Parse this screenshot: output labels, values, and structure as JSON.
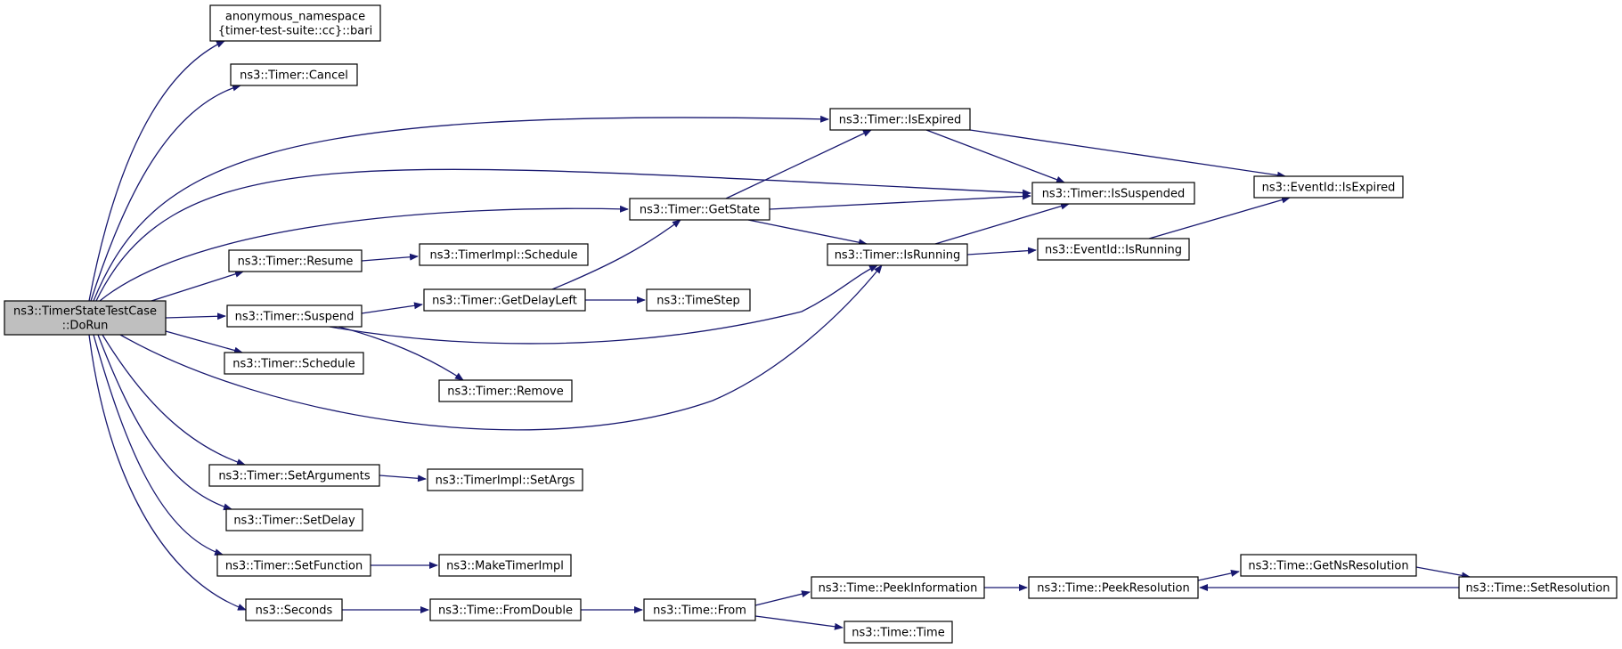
{
  "graph": {
    "colors": {
      "edge": "#191970",
      "root_fill": "#bfbfbf",
      "node_fill": "#ffffff",
      "border": "#000000"
    },
    "nodes": [
      {
        "id": "dorun",
        "lines": [
          "ns3::TimerStateTestCase",
          "::DoRun"
        ],
        "root": true
      },
      {
        "id": "bari",
        "lines": [
          "anonymous_namespace",
          "{timer-test-suite::cc}::bari"
        ]
      },
      {
        "id": "cancel",
        "lines": [
          "ns3::Timer::Cancel"
        ]
      },
      {
        "id": "isexpired",
        "lines": [
          "ns3::Timer::IsExpired"
        ]
      },
      {
        "id": "issuspended",
        "lines": [
          "ns3::Timer::IsSuspended"
        ]
      },
      {
        "id": "eid_isexpired",
        "lines": [
          "ns3::EventId::IsExpired"
        ]
      },
      {
        "id": "getstate",
        "lines": [
          "ns3::Timer::GetState"
        ]
      },
      {
        "id": "isrunning",
        "lines": [
          "ns3::Timer::IsRunning"
        ]
      },
      {
        "id": "eid_isrunning",
        "lines": [
          "ns3::EventId::IsRunning"
        ]
      },
      {
        "id": "resume",
        "lines": [
          "ns3::Timer::Resume"
        ]
      },
      {
        "id": "impl_schedule",
        "lines": [
          "ns3::TimerImpl::Schedule"
        ]
      },
      {
        "id": "getdelayleft",
        "lines": [
          "ns3::Timer::GetDelayLeft"
        ]
      },
      {
        "id": "timestep",
        "lines": [
          "ns3::TimeStep"
        ]
      },
      {
        "id": "suspend",
        "lines": [
          "ns3::Timer::Suspend"
        ]
      },
      {
        "id": "schedule",
        "lines": [
          "ns3::Timer::Schedule"
        ]
      },
      {
        "id": "remove",
        "lines": [
          "ns3::Timer::Remove"
        ]
      },
      {
        "id": "setarguments",
        "lines": [
          "ns3::Timer::SetArguments"
        ]
      },
      {
        "id": "setargs",
        "lines": [
          "ns3::TimerImpl::SetArgs"
        ]
      },
      {
        "id": "setdelay",
        "lines": [
          "ns3::Timer::SetDelay"
        ]
      },
      {
        "id": "setfunction",
        "lines": [
          "ns3::Timer::SetFunction"
        ]
      },
      {
        "id": "maketimerimpl",
        "lines": [
          "ns3::MakeTimerImpl"
        ]
      },
      {
        "id": "seconds",
        "lines": [
          "ns3::Seconds"
        ]
      },
      {
        "id": "fromdouble",
        "lines": [
          "ns3::Time::FromDouble"
        ]
      },
      {
        "id": "from",
        "lines": [
          "ns3::Time::From"
        ]
      },
      {
        "id": "peekinfo",
        "lines": [
          "ns3::Time::PeekInformation"
        ]
      },
      {
        "id": "peekres",
        "lines": [
          "ns3::Time::PeekResolution"
        ]
      },
      {
        "id": "getnsres",
        "lines": [
          "ns3::Time::GetNsResolution"
        ]
      },
      {
        "id": "setres",
        "lines": [
          "ns3::Time::SetResolution"
        ]
      },
      {
        "id": "time",
        "lines": [
          "ns3::Time::Time"
        ]
      }
    ],
    "edges": [
      {
        "from": "dorun",
        "to": "bari"
      },
      {
        "from": "dorun",
        "to": "cancel"
      },
      {
        "from": "dorun",
        "to": "isexpired"
      },
      {
        "from": "dorun",
        "to": "issuspended"
      },
      {
        "from": "dorun",
        "to": "getstate"
      },
      {
        "from": "dorun",
        "to": "resume"
      },
      {
        "from": "dorun",
        "to": "suspend"
      },
      {
        "from": "dorun",
        "to": "schedule"
      },
      {
        "from": "dorun",
        "to": "isrunning"
      },
      {
        "from": "dorun",
        "to": "setarguments"
      },
      {
        "from": "dorun",
        "to": "setdelay"
      },
      {
        "from": "dorun",
        "to": "setfunction"
      },
      {
        "from": "dorun",
        "to": "seconds"
      },
      {
        "from": "isexpired",
        "to": "issuspended"
      },
      {
        "from": "isexpired",
        "to": "eid_isexpired"
      },
      {
        "from": "getstate",
        "to": "isexpired"
      },
      {
        "from": "getstate",
        "to": "issuspended"
      },
      {
        "from": "getstate",
        "to": "isrunning"
      },
      {
        "from": "isrunning",
        "to": "issuspended"
      },
      {
        "from": "isrunning",
        "to": "eid_isrunning"
      },
      {
        "from": "eid_isrunning",
        "to": "eid_isexpired"
      },
      {
        "from": "resume",
        "to": "impl_schedule"
      },
      {
        "from": "getdelayleft",
        "to": "getstate"
      },
      {
        "from": "getdelayleft",
        "to": "timestep"
      },
      {
        "from": "suspend",
        "to": "getdelayleft"
      },
      {
        "from": "suspend",
        "to": "isrunning"
      },
      {
        "from": "suspend",
        "to": "remove"
      },
      {
        "from": "setarguments",
        "to": "setargs"
      },
      {
        "from": "setfunction",
        "to": "maketimerimpl"
      },
      {
        "from": "seconds",
        "to": "fromdouble"
      },
      {
        "from": "fromdouble",
        "to": "from"
      },
      {
        "from": "from",
        "to": "peekinfo"
      },
      {
        "from": "from",
        "to": "time"
      },
      {
        "from": "peekinfo",
        "to": "peekres"
      },
      {
        "from": "peekres",
        "to": "getnsres"
      },
      {
        "from": "getnsres",
        "to": "setres"
      },
      {
        "from": "setres",
        "to": "peekres"
      }
    ]
  }
}
